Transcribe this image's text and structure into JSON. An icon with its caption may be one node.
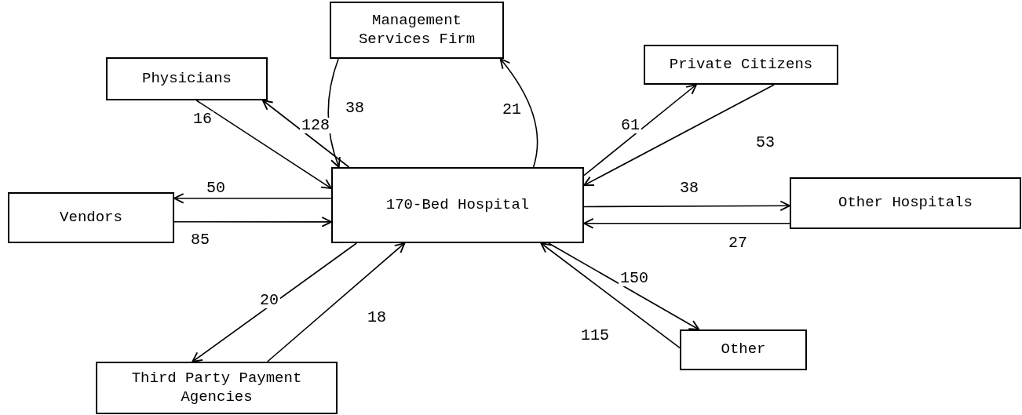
{
  "diagram": {
    "nodes": [
      {
        "text": [
          "Management Services Firm"
        ]
      },
      {
        "text": [
          "Physicians"
        ]
      },
      {
        "text": [
          "Private Citizens"
        ]
      },
      {
        "text": [
          "Vendors"
        ]
      },
      {
        "text": [
          "170-Bed Hospital"
        ]
      },
      {
        "text": [
          "Other Hospitals"
        ]
      },
      {
        "text": [
          "Third Party Payment Agencies"
        ]
      },
      {
        "text": [
          "Other"
        ]
      }
    ],
    "edges": [
      {
        "from": 1,
        "to": 4,
        "arrow": "to",
        "label": "16"
      },
      {
        "from": 4,
        "to": 1,
        "arrow": "to",
        "label": "128"
      },
      {
        "from": 0,
        "to": 4,
        "arrow": "to",
        "label": "38"
      },
      {
        "from": 4,
        "to": 0,
        "arrow": "to",
        "label": "21"
      },
      {
        "from": 4,
        "to": 2,
        "arrow": "to",
        "label": "61"
      },
      {
        "from": 2,
        "to": 4,
        "arrow": "to",
        "label": "53"
      },
      {
        "from": 4,
        "to": 3,
        "arrow": "to",
        "label": "50"
      },
      {
        "from": 3,
        "to": 4,
        "arrow": "to",
        "label": "85"
      },
      {
        "from": 4,
        "to": 5,
        "arrow": "to",
        "label": "38"
      },
      {
        "from": 5,
        "to": 4,
        "arrow": "to",
        "label": "27"
      },
      {
        "from": 4,
        "to": 6,
        "arrow": "to",
        "label": "20"
      },
      {
        "from": 6,
        "to": 4,
        "arrow": "to",
        "label": "18"
      },
      {
        "from": 4,
        "to": 7,
        "arrow": "to",
        "label": "150"
      },
      {
        "from": 7,
        "to": 4,
        "arrow": "to",
        "label": "115"
      }
    ]
  }
}
